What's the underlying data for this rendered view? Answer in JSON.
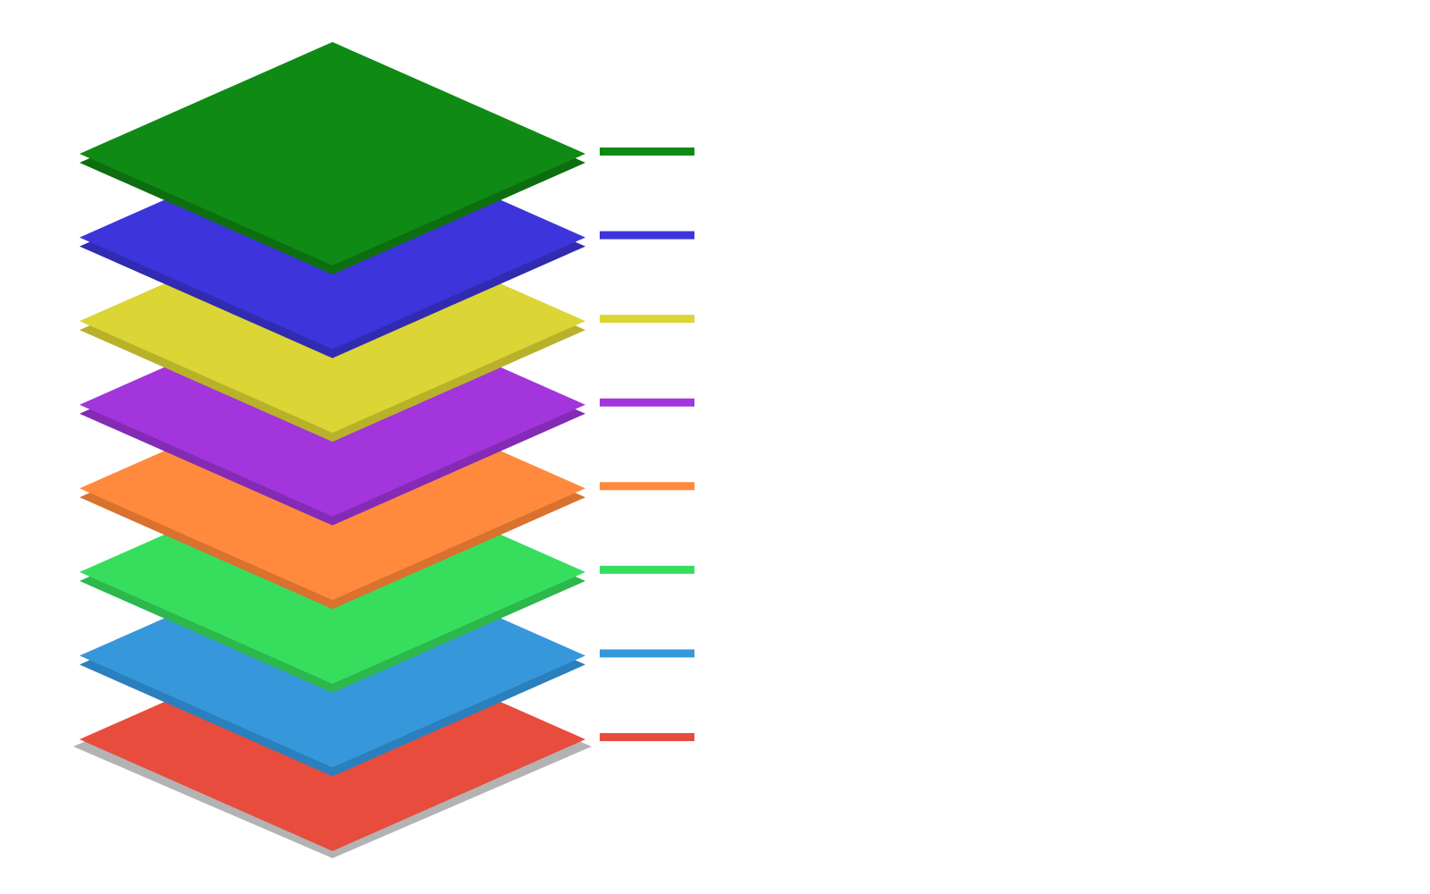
{
  "diagram": {
    "type": "stacked-layers",
    "labels_visible": false,
    "layers": [
      {
        "order": 1,
        "color": "#0f8a14",
        "shadow_color": "#0c6e10",
        "position": "top"
      },
      {
        "order": 2,
        "color": "#3d35db",
        "shadow_color": "#302bb0"
      },
      {
        "order": 3,
        "color": "#dbd535",
        "shadow_color": "#b8b22a"
      },
      {
        "order": 4,
        "color": "#a235db",
        "shadow_color": "#842bb5"
      },
      {
        "order": 5,
        "color": "#ff8a3d",
        "shadow_color": "#d9712f"
      },
      {
        "order": 6,
        "color": "#37de5e",
        "shadow_color": "#2cb84c"
      },
      {
        "order": 7,
        "color": "#3698db",
        "shadow_color": "#2b7fbd"
      },
      {
        "order": 8,
        "color": "#e84c3d",
        "shadow_color": "#c23d31",
        "position": "bottom"
      }
    ],
    "base_shadow_color": "#b3b3b3"
  }
}
